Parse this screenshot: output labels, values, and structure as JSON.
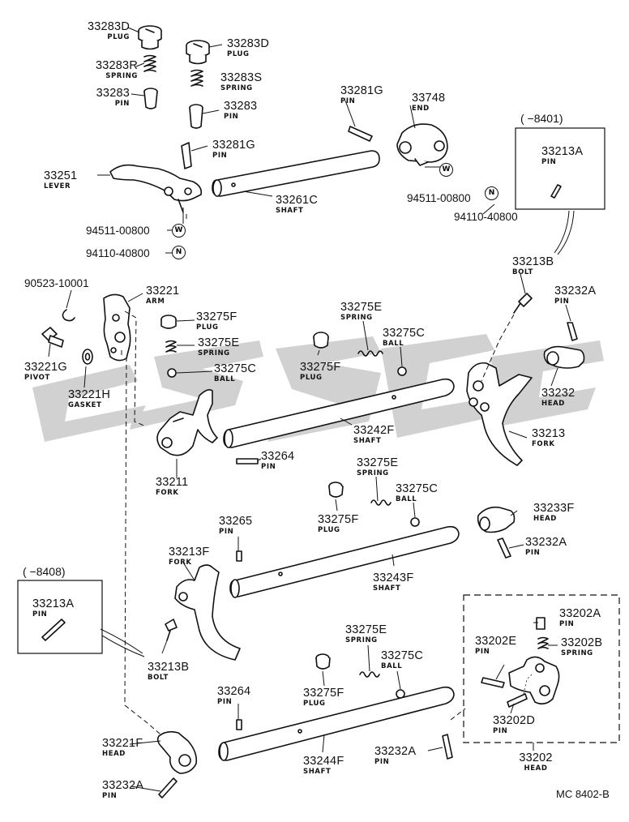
{
  "figure_code": "MC 8402-B",
  "markers": {
    "washer": "W",
    "nut": "N"
  },
  "insets": {
    "top_right_range": "(        −8401)",
    "left_range": "(        −8408)"
  },
  "labels": {
    "p33283d_a": {
      "pn": "33283D",
      "name": "PLUG"
    },
    "p33283d_b": {
      "pn": "33283D",
      "name": "PLUG"
    },
    "p33283r": {
      "pn": "33283R",
      "name": "SPRING"
    },
    "p33283s": {
      "pn": "33283S",
      "name": "SPRING"
    },
    "p33283_a": {
      "pn": "33283",
      "name": "PIN"
    },
    "p33283_b": {
      "pn": "33283",
      "name": "PIN"
    },
    "p33281g_a": {
      "pn": "33281G",
      "name": "PIN"
    },
    "p33281g_b": {
      "pn": "33281G",
      "name": "PIN"
    },
    "p33251": {
      "pn": "33251",
      "name": "LEVER"
    },
    "p33261c": {
      "pn": "33261C",
      "name": "SHAFT"
    },
    "p33748": {
      "pn": "33748",
      "name": "END"
    },
    "p33213a_top": {
      "pn": "33213A",
      "name": "PIN"
    },
    "p33213b_top": {
      "pn": "33213B",
      "name": "BOLT"
    },
    "p33232a_1": {
      "pn": "33232A",
      "name": "PIN"
    },
    "p33232": {
      "pn": "33232",
      "name": "HEAD"
    },
    "p33213": {
      "pn": "33213",
      "name": "FORK"
    },
    "p33221": {
      "pn": "33221",
      "name": "ARM"
    },
    "p33275f_1": {
      "pn": "33275F",
      "name": "PLUG"
    },
    "p33275e_1": {
      "pn": "33275E",
      "name": "SPRING"
    },
    "p33275c_1": {
      "pn": "33275C",
      "name": "BALL"
    },
    "p33221g": {
      "pn": "33221G",
      "name": "PIVOT"
    },
    "p33221h": {
      "pn": "33221H",
      "name": "GASKET"
    },
    "p33275e_2": {
      "pn": "33275E",
      "name": "SPRING"
    },
    "p33275c_2": {
      "pn": "33275C",
      "name": "BALL"
    },
    "p33275f_2": {
      "pn": "33275F",
      "name": "PLUG"
    },
    "p33242f": {
      "pn": "33242F",
      "name": "SHAFT"
    },
    "p33264_1": {
      "pn": "33264",
      "name": "PIN"
    },
    "p33211": {
      "pn": "33211",
      "name": "FORK"
    },
    "p33275e_3": {
      "pn": "33275E",
      "name": "SPRING"
    },
    "p33275c_3": {
      "pn": "33275C",
      "name": "BALL"
    },
    "p33275f_3": {
      "pn": "33275F",
      "name": "PLUG"
    },
    "p33233f": {
      "pn": "33233F",
      "name": "HEAD"
    },
    "p33232a_2": {
      "pn": "33232A",
      "name": "PIN"
    },
    "p33265": {
      "pn": "33265",
      "name": "PIN"
    },
    "p33213f": {
      "pn": "33213F",
      "name": "FORK"
    },
    "p33243f": {
      "pn": "33243F",
      "name": "SHAFT"
    },
    "p33213a_left": {
      "pn": "33213A",
      "name": "PIN"
    },
    "p33213b_left": {
      "pn": "33213B",
      "name": "BOLT"
    },
    "p33275e_4": {
      "pn": "33275E",
      "name": "SPRING"
    },
    "p33275c_4": {
      "pn": "33275C",
      "name": "BALL"
    },
    "p33275f_4": {
      "pn": "33275F",
      "name": "PLUG"
    },
    "p33264_2": {
      "pn": "33264",
      "name": "PIN"
    },
    "p33221f": {
      "pn": "33221F",
      "name": "HEAD"
    },
    "p33244f": {
      "pn": "33244F",
      "name": "SHAFT"
    },
    "p33232a_3": {
      "pn": "33232A",
      "name": "PIN"
    },
    "p33232a_4": {
      "pn": "33232A",
      "name": "PIN"
    },
    "p33202a": {
      "pn": "33202A",
      "name": "PIN"
    },
    "p33202e": {
      "pn": "33202E",
      "name": "PIN"
    },
    "p33202b": {
      "pn": "33202B",
      "name": "SPRING"
    },
    "p33202d": {
      "pn": "33202D",
      "name": "PIN"
    },
    "p33202": {
      "pn": "33202",
      "name": "HEAD"
    }
  },
  "codes": {
    "c94511_top": "94511-00800",
    "c94110_top": "94110-40800",
    "c94511_left": "94511-00800",
    "c94110_left": "94110-40800",
    "c90523": "90523-10001"
  }
}
